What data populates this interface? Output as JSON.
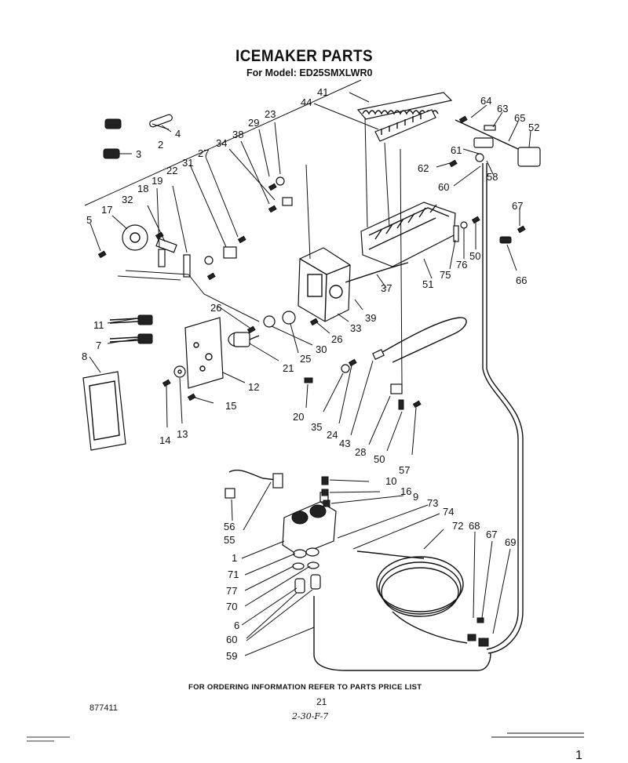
{
  "header": {
    "title": "ICEMAKER PARTS",
    "subtitle": "For Model: ED25SMXLWR0"
  },
  "footer": {
    "ordering_info": "FOR ORDERING INFORMATION REFER TO PARTS PRICE LIST",
    "page_number": "21",
    "doc_number": "877411",
    "handwritten_note": "2-30-F-7",
    "corner_number": "1"
  },
  "callouts": [
    {
      "id": "c41",
      "text": "41"
    },
    {
      "id": "c44",
      "text": "44"
    },
    {
      "id": "c64",
      "text": "64"
    },
    {
      "id": "c63",
      "text": "63"
    },
    {
      "id": "c65",
      "text": "65"
    },
    {
      "id": "c52",
      "text": "52"
    },
    {
      "id": "c4",
      "text": "4"
    },
    {
      "id": "c2",
      "text": "2"
    },
    {
      "id": "c3",
      "text": "3"
    },
    {
      "id": "c29",
      "text": "29"
    },
    {
      "id": "c23",
      "text": "23"
    },
    {
      "id": "c38",
      "text": "38"
    },
    {
      "id": "c34",
      "text": "34"
    },
    {
      "id": "c27",
      "text": "27"
    },
    {
      "id": "c31",
      "text": "31"
    },
    {
      "id": "c22",
      "text": "22"
    },
    {
      "id": "c19",
      "text": "19"
    },
    {
      "id": "c18",
      "text": "18"
    },
    {
      "id": "c32",
      "text": "32"
    },
    {
      "id": "c17",
      "text": "17"
    },
    {
      "id": "c5",
      "text": "5"
    },
    {
      "id": "c61",
      "text": "61"
    },
    {
      "id": "c62",
      "text": "62"
    },
    {
      "id": "c60a",
      "text": "60"
    },
    {
      "id": "c58",
      "text": "58"
    },
    {
      "id": "c67a",
      "text": "67"
    },
    {
      "id": "c66",
      "text": "66"
    },
    {
      "id": "c50a",
      "text": "50"
    },
    {
      "id": "c76",
      "text": "76"
    },
    {
      "id": "c75",
      "text": "75"
    },
    {
      "id": "c51",
      "text": "51"
    },
    {
      "id": "c37",
      "text": "37"
    },
    {
      "id": "c39",
      "text": "39"
    },
    {
      "id": "c33",
      "text": "33"
    },
    {
      "id": "c26a",
      "text": "26"
    },
    {
      "id": "c26b",
      "text": "26"
    },
    {
      "id": "c30",
      "text": "30"
    },
    {
      "id": "c25",
      "text": "25"
    },
    {
      "id": "c21",
      "text": "21"
    },
    {
      "id": "c11",
      "text": "11"
    },
    {
      "id": "c7",
      "text": "7"
    },
    {
      "id": "c8",
      "text": "8"
    },
    {
      "id": "c12",
      "text": "12"
    },
    {
      "id": "c15",
      "text": "15"
    },
    {
      "id": "c14",
      "text": "14"
    },
    {
      "id": "c13",
      "text": "13"
    },
    {
      "id": "c20",
      "text": "20"
    },
    {
      "id": "c35",
      "text": "35"
    },
    {
      "id": "c24",
      "text": "24"
    },
    {
      "id": "c43",
      "text": "43"
    },
    {
      "id": "c28",
      "text": "28"
    },
    {
      "id": "c50b",
      "text": "50"
    },
    {
      "id": "c57",
      "text": "57"
    },
    {
      "id": "c10",
      "text": "10"
    },
    {
      "id": "c16",
      "text": "16"
    },
    {
      "id": "c9",
      "text": "9"
    },
    {
      "id": "c73",
      "text": "73"
    },
    {
      "id": "c74",
      "text": "74"
    },
    {
      "id": "c72",
      "text": "72"
    },
    {
      "id": "c68",
      "text": "68"
    },
    {
      "id": "c67b",
      "text": "67"
    },
    {
      "id": "c69",
      "text": "69"
    },
    {
      "id": "c56",
      "text": "56"
    },
    {
      "id": "c55",
      "text": "55"
    },
    {
      "id": "c1",
      "text": "1"
    },
    {
      "id": "c71",
      "text": "71"
    },
    {
      "id": "c77",
      "text": "77"
    },
    {
      "id": "c70",
      "text": "70"
    },
    {
      "id": "c6",
      "text": "6"
    },
    {
      "id": "c60b",
      "text": "60"
    },
    {
      "id": "c59",
      "text": "59"
    }
  ]
}
